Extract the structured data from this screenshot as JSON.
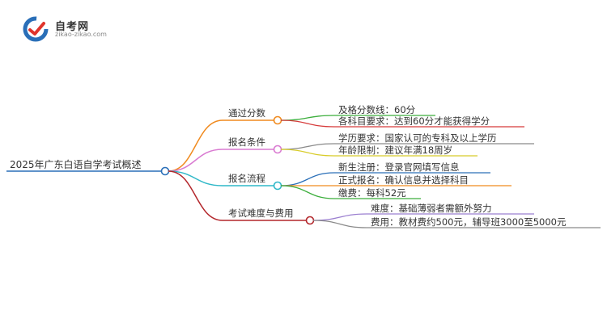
{
  "logo": {
    "title": "自考网",
    "domain": "zikao-zikao.com"
  },
  "root": {
    "label": "2025年广东白语自学考试概述"
  },
  "branches": [
    {
      "label": "通过分数",
      "color": "#f08a1e",
      "leaves": [
        {
          "label": "及格分数线：60分",
          "color": "#3cae3c"
        },
        {
          "label": "各科目要求：达到60分才能获得学分",
          "color": "#d63a3a"
        }
      ]
    },
    {
      "label": "报名条件",
      "color": "#d97ad1",
      "leaves": [
        {
          "label": "学历要求：国家认可的专科及以上学历",
          "color": "#8a8a8a"
        },
        {
          "label": "年龄限制：建议年满18周岁",
          "color": "#d8cc2a"
        }
      ]
    },
    {
      "label": "报名流程",
      "color": "#2fb8c8",
      "leaves": [
        {
          "label": "新生注册：登录官网填写信息",
          "color": "#2a6fb8"
        },
        {
          "label": "正式报名：确认信息并选择科目",
          "color": "#f08a1e"
        },
        {
          "label": "缴费：每科52元",
          "color": "#3cae3c"
        }
      ]
    },
    {
      "label": "考试难度与费用",
      "color": "#b3262b",
      "leaves": [
        {
          "label": "难度：基础薄弱者需额外努力",
          "color": "#9b7fd0"
        },
        {
          "label": "费用：教材费约500元，辅导班3000至5000元",
          "color": "#8a8a8a"
        }
      ]
    }
  ]
}
